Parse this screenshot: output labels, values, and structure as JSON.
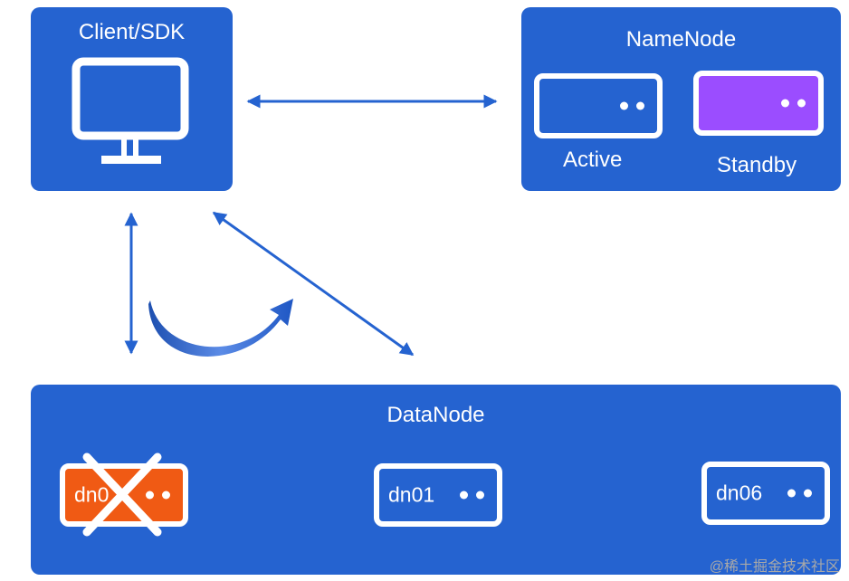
{
  "client": {
    "title": "Client/SDK",
    "icon": "monitor-icon"
  },
  "namenode": {
    "title": "NameNode",
    "active_label": "Active",
    "standby_label": "Standby"
  },
  "datanode": {
    "title": "DataNode",
    "nodes": [
      {
        "label": "dn0",
        "state": "failed"
      },
      {
        "label": "dn01",
        "state": "ok"
      },
      {
        "label": "dn06",
        "state": "ok"
      }
    ]
  },
  "watermark": "@稀土掘金技术社区",
  "colors": {
    "panel": "#2563d0",
    "standby": "#9b4dff",
    "failed": "#f05a14",
    "arrow": "#2563d0"
  }
}
